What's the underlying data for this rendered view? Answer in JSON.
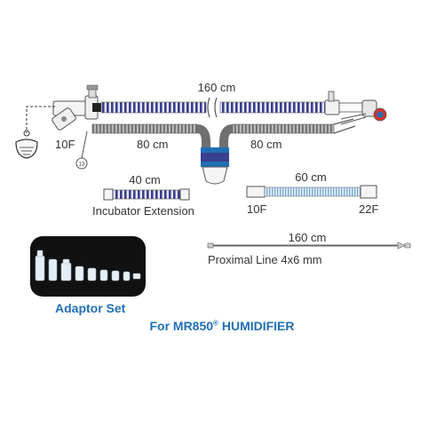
{
  "circuit": {
    "top_length": "160 cm",
    "left_lower_length": "80 cm",
    "right_lower_length": "80 cm",
    "left_connector_size": "10F",
    "callout_number": "13"
  },
  "incubator_extension": {
    "length": "40 cm",
    "label": "Incubator Extension"
  },
  "extension_60": {
    "length": "60 cm",
    "left_size": "10F",
    "right_size": "22F"
  },
  "proximal_line": {
    "length": "160 cm",
    "label": "Proximal Line 4x6 mm"
  },
  "adaptor_set": {
    "caption": "Adaptor Set"
  },
  "footer": {
    "title_prefix": "For MR850",
    "registered_mark": "®",
    "title_suffix": " HUMIDIFIER"
  },
  "colors": {
    "accent_blue": "#1f6fb5",
    "spiral_navy": "#3a3f8f",
    "spiral_light_blue": "#6fa8dc",
    "tube_gray": "#8a8a8a",
    "text": "#333333",
    "connector_red": "#d0342c"
  }
}
